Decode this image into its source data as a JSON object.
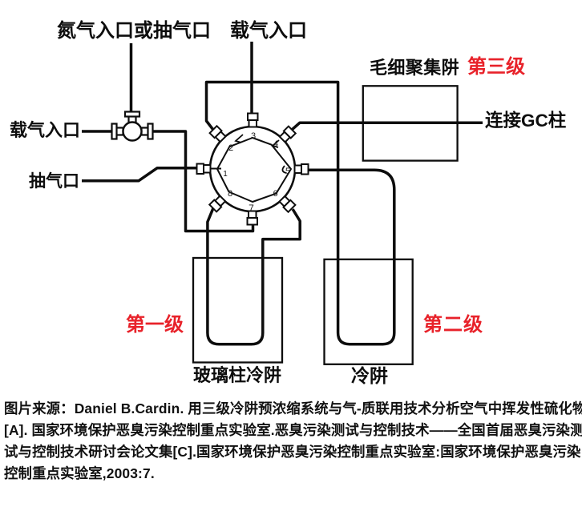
{
  "figure": {
    "type": "schematic-diagram",
    "subject": "three-stage cold trap preconcentration system with 8-port rotary valve",
    "colors": {
      "ink": "#0d0d0d",
      "stage_red": "#e8222a",
      "background": "#ffffff"
    },
    "labels": {
      "nitrogen_inlet": "氮气入口或抽气口",
      "carrier_inlet_top": "载气入口",
      "carrier_inlet_left": "载气入口",
      "pump_port": "抽气口",
      "capillary_trap": "毛细聚集阱",
      "stage3": "第三级",
      "gc_column": "连接GC柱",
      "stage1": "第一级",
      "stage2": "第二级",
      "glass_column_trap": "玻璃柱冷阱",
      "cold_trap": "冷阱"
    },
    "valve_port_numbers": [
      "1",
      "2",
      "3",
      "4",
      "5",
      "6",
      "7",
      "8"
    ]
  },
  "caption": {
    "lines": [
      "图片来源：Daniel B.Cardin. 用三级冷阱预浓缩系统与气-质联用技术分析空气中挥发性硫化物",
      "[A]. 国家环境保护恶臭污染控制重点实验室.恶臭污染测试与控制技术——全国首届恶臭污染测",
      "试与控制技术研讨会论文集[C].国家环境保护恶臭污染控制重点实验室:国家环境保护恶臭污染",
      "控制重点实验室,2003:7."
    ]
  }
}
